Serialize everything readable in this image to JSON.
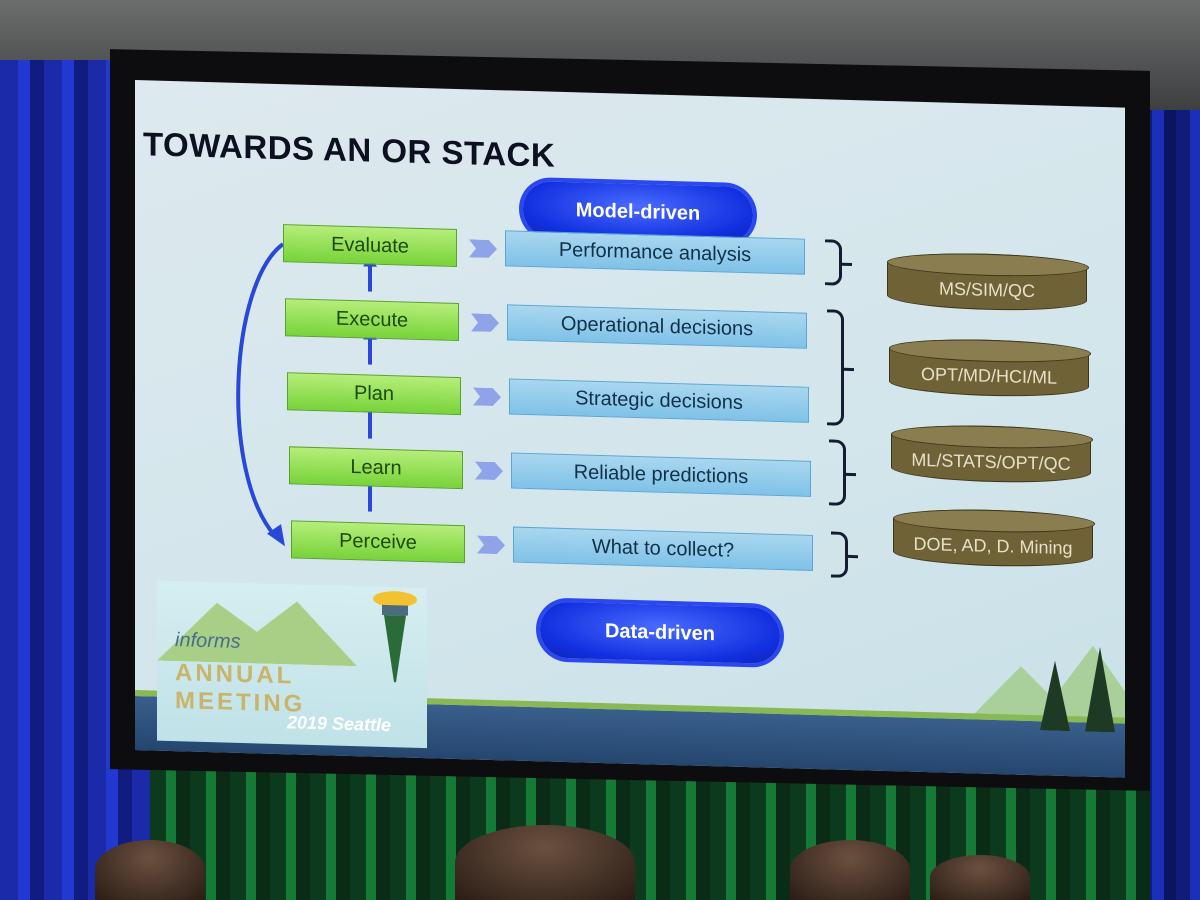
{
  "slide": {
    "title": "TOWARDS AN OR STACK",
    "top_cloud": "Model-driven",
    "bottom_cloud": "Data-driven",
    "steps": [
      {
        "label": "Evaluate",
        "description": "Performance analysis"
      },
      {
        "label": "Execute",
        "description": "Operational decisions"
      },
      {
        "label": "Plan",
        "description": "Strategic decisions"
      },
      {
        "label": "Learn",
        "description": "Reliable predictions"
      },
      {
        "label": "Perceive",
        "description": "What to collect?"
      }
    ],
    "databases": [
      "MS/SIM/QC",
      "OPT/MD/HCI/ML",
      "ML/STATS/OPT/QC",
      "DOE, AD, D. Mining"
    ]
  },
  "logo": {
    "org": "informs",
    "event": "ANNUAL MEETING",
    "year_city": "2019 Seattle"
  },
  "colors": {
    "step_green": "#8fdc4c",
    "desc_blue": "#8fcbeb",
    "cloud_blue": "#1d3ae8",
    "db_olive": "#6f6237",
    "curtain_blue": "#1a2aa8"
  }
}
